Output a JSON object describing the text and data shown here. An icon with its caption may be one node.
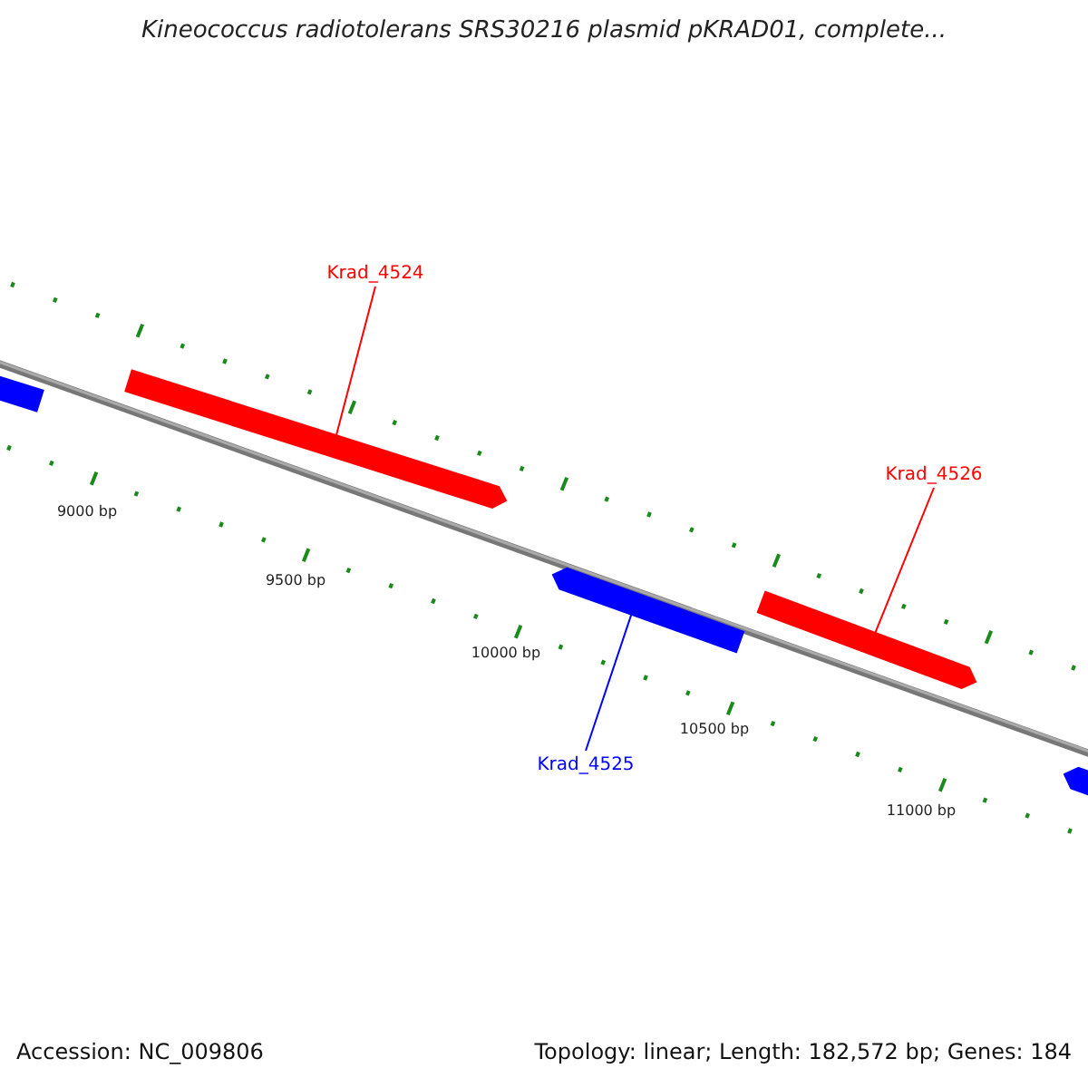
{
  "diagram": {
    "title": "Kineococcus radiotolerans SRS30216 plasmid pKRAD01, complete...",
    "nodes": [
      {
        "text": [
          "Krad_4524"
        ]
      },
      {
        "text": [
          "Krad_4526"
        ]
      },
      {
        "text": [
          "Krad_4525"
        ]
      },
      {
        "text": [],
        "shape": "bar"
      },
      {
        "text": [],
        "shape": "bar"
      },
      {
        "text": [],
        "shape": "bar"
      },
      {
        "text": [],
        "shape": "bar"
      },
      {
        "text": [],
        "shape": "bar"
      }
    ],
    "edges": [
      {
        "from": 0,
        "to": 4,
        "arrow": "none"
      },
      {
        "from": 1,
        "to": 6,
        "arrow": "none"
      },
      {
        "from": 2,
        "to": 5,
        "arrow": "none",
        "color": "#0000ff"
      }
    ],
    "labels": [
      "9000 bp",
      "9500 bp",
      "10000 bp",
      "10500 bp",
      "11000 bp",
      "Accession: NC_009806",
      "Topology: linear; Length: 182,572 bp; Genes: 184"
    ]
  }
}
